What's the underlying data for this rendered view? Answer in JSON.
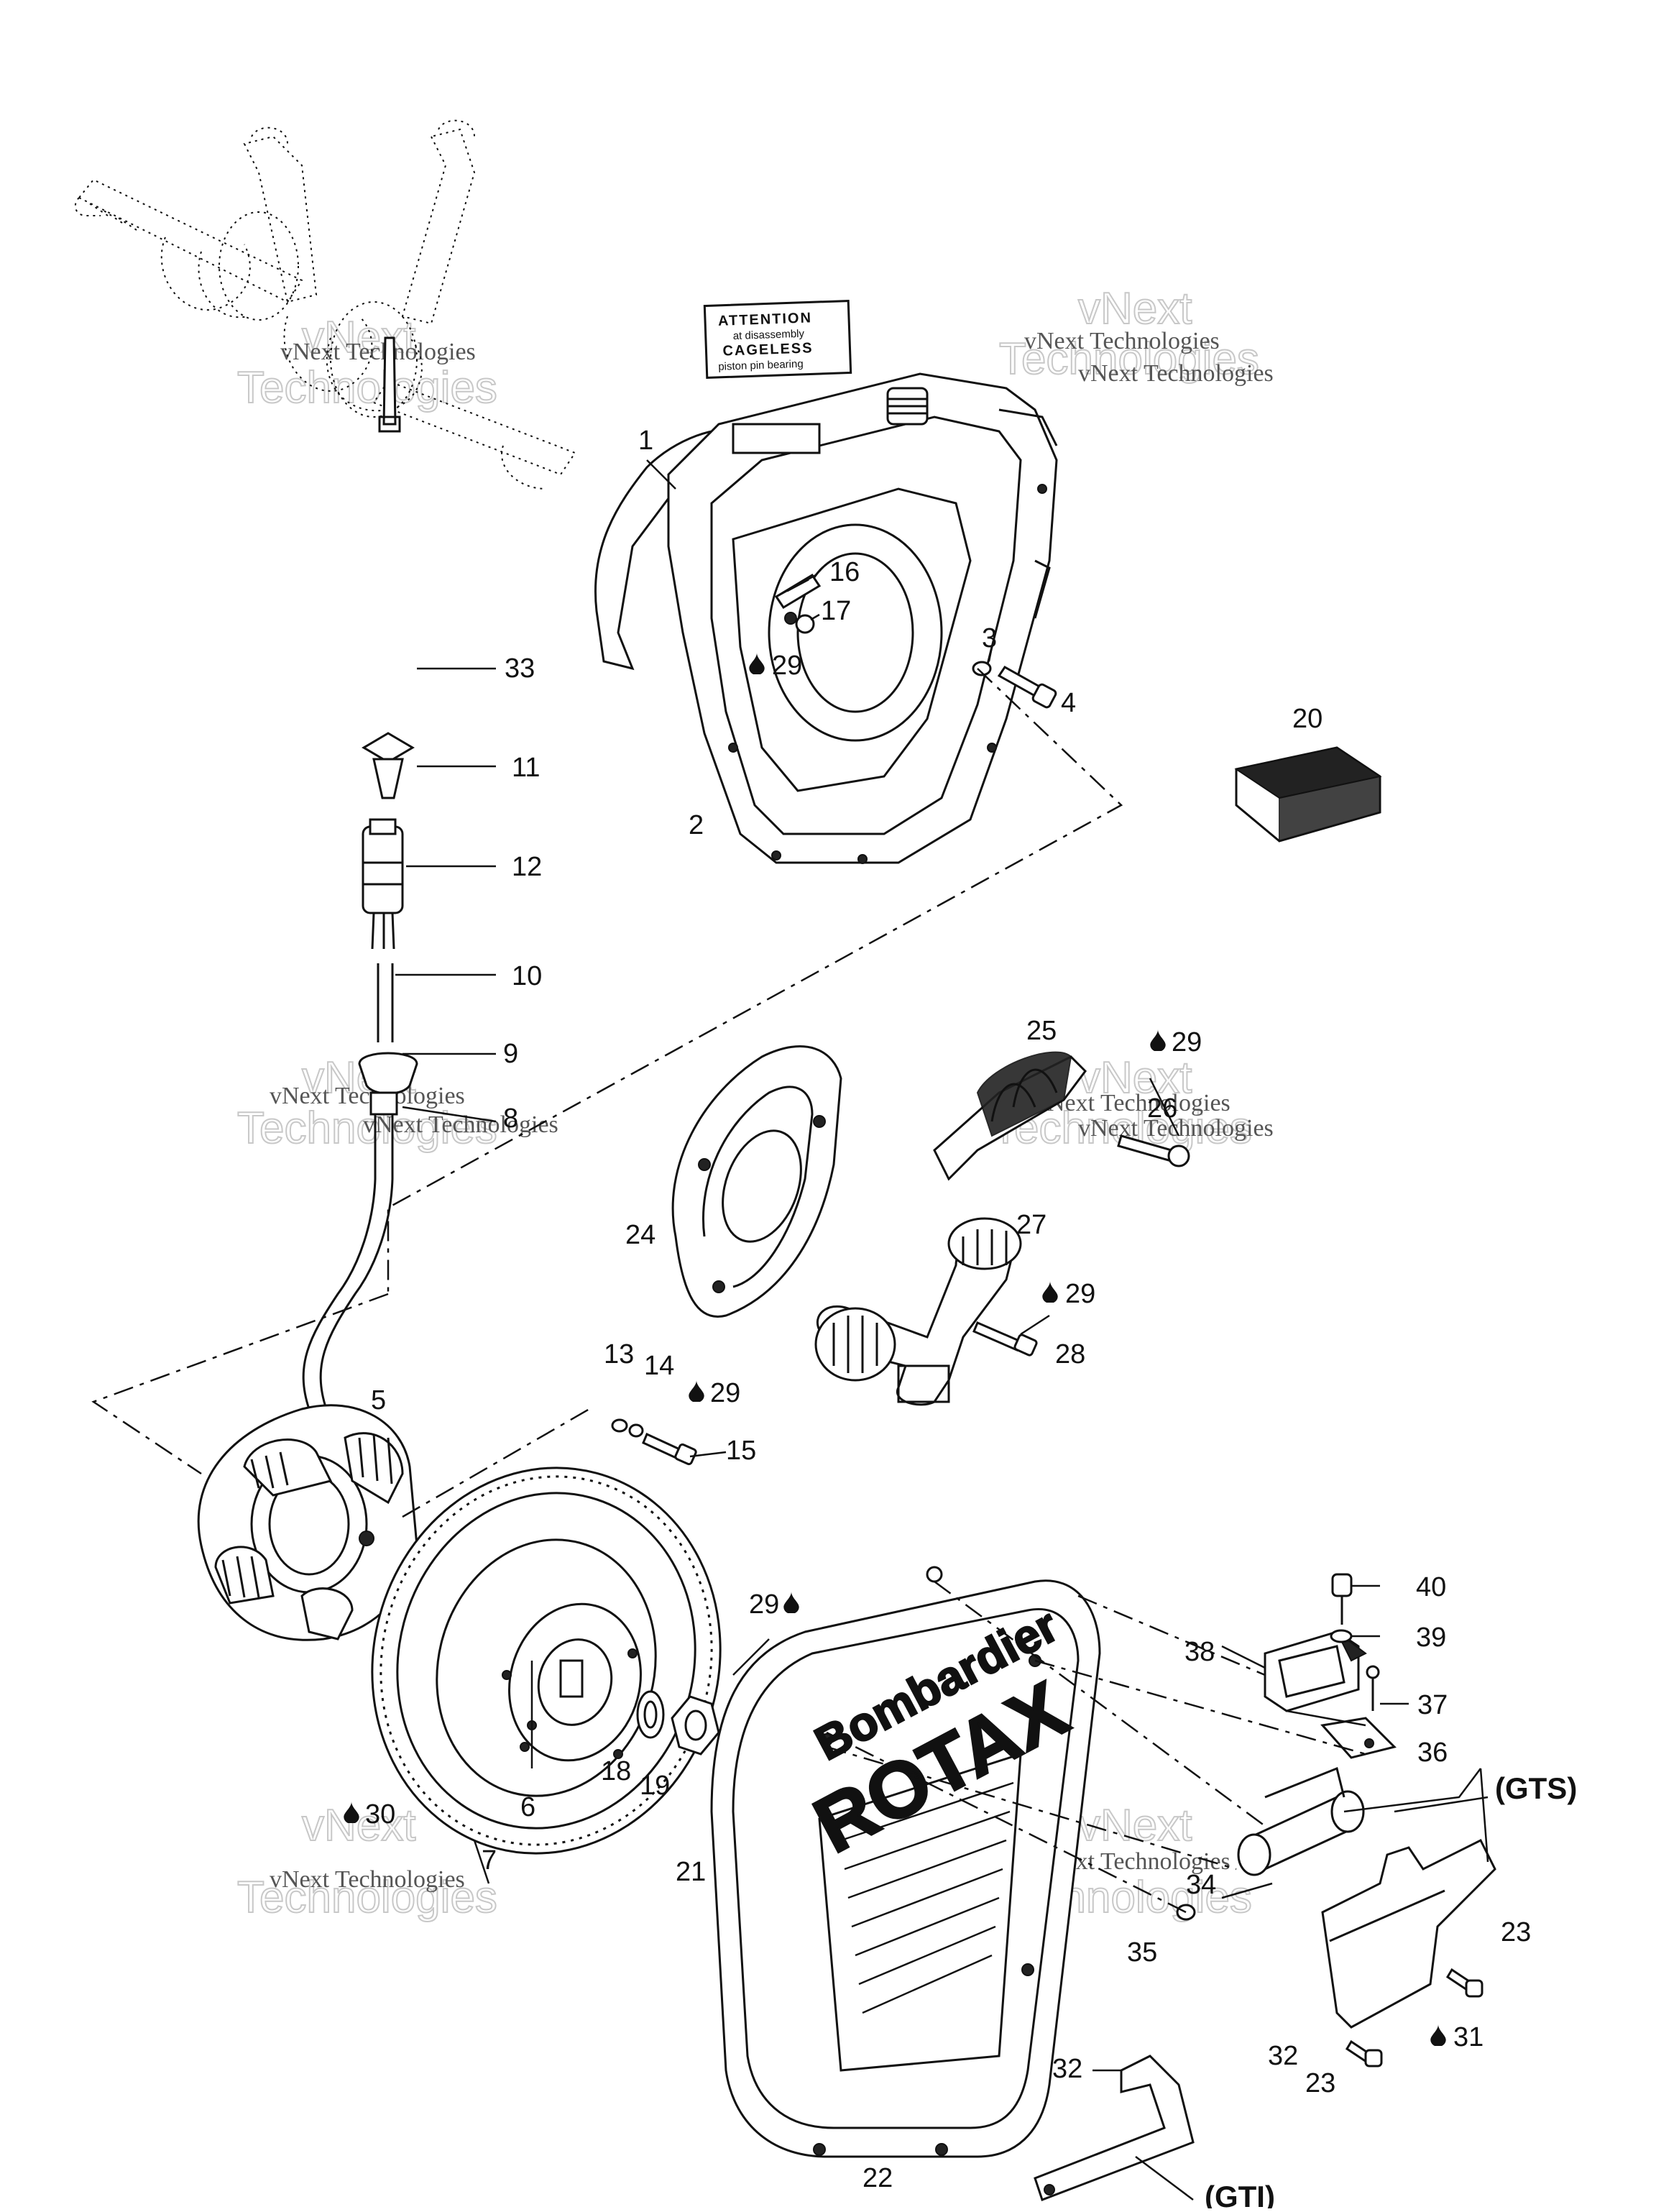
{
  "attention_label": {
    "line1": "ATTENTION",
    "line2": "at disassembly",
    "line3": "CAGELESS",
    "line4": "piston pin bearing"
  },
  "watermark": {
    "small": "vNext Technologies",
    "big_top": "vNext",
    "big_bottom": "Technologies"
  },
  "logo": {
    "line1": "Bombardier",
    "line2": "ROTAX"
  },
  "variants": {
    "gts": "(GTS)",
    "gti": "(GTI)"
  },
  "callouts": {
    "c1": "1",
    "c2": "2",
    "c3": "3",
    "c4": "4",
    "c5": "5",
    "c6": "6",
    "c7": "7",
    "c8": "8",
    "c9": "9",
    "c10": "10",
    "c11": "11",
    "c12": "12",
    "c13": "13",
    "c14": "14",
    "c15": "15",
    "c16": "16",
    "c17": "17",
    "c18": "18",
    "c19": "19",
    "c20": "20",
    "c21": "21",
    "c22": "22",
    "c23a": "23",
    "c23b": "23",
    "c24": "24",
    "c25": "25",
    "c26": "26",
    "c27": "27",
    "c28": "28",
    "c29a": "29",
    "c29b": "29",
    "c29c": "29",
    "c29d": "29",
    "c29e": "29",
    "c30": "30",
    "c31": "31",
    "c32a": "32",
    "c32b": "32",
    "c33": "33",
    "c34": "34",
    "c35": "35",
    "c36": "36",
    "c37": "37",
    "c38": "38",
    "c39": "39",
    "c40": "40"
  }
}
